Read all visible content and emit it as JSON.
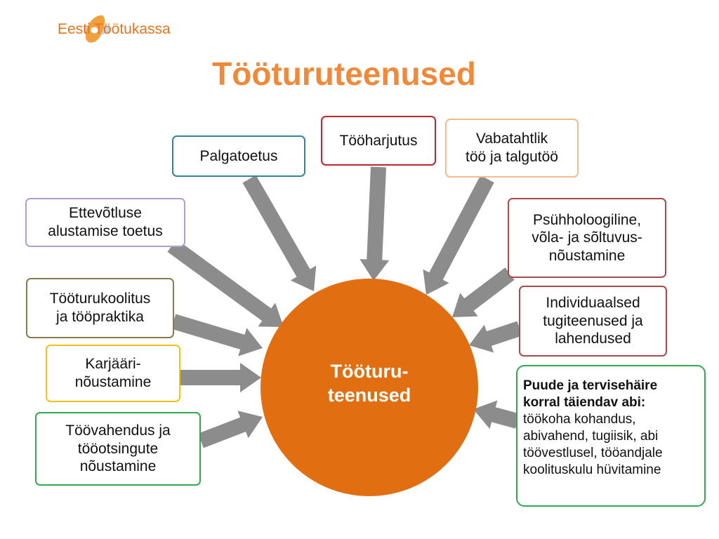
{
  "logo": {
    "name": "Eesti Töötukassa",
    "icon": "logo-icon",
    "colors": [
      "#f0a03c",
      "#c8d4e8"
    ]
  },
  "title": "Tööturuteenused",
  "center": {
    "line1": "Tööturu-",
    "line2": "teenused",
    "color": "#e26e12"
  },
  "services": {
    "palgatoetus": {
      "lines": [
        "Palgatoetus"
      ],
      "color": "#31849b"
    },
    "tooharjutus": {
      "lines": [
        "Tööharjutus"
      ],
      "color": "#c0232d"
    },
    "vabatahtlik": {
      "lines": [
        "Vabatahtlik",
        "töö ja talgutöö"
      ],
      "color": "#f7b98a"
    },
    "ettevotlus": {
      "lines": [
        "Ettevõtluse",
        "alustamise toetus"
      ],
      "color": "#b29fc9"
    },
    "psuhholoogiline": {
      "lines": [
        "Psühholoogiline,",
        "võla- ja sõltuvus-",
        "nõustamine"
      ],
      "color": "#a84a4a"
    },
    "tooturukoolitus": {
      "lines": [
        "Tööturukoolitus",
        "ja tööpraktika"
      ],
      "color": "#8b7a4f"
    },
    "individuaalsed": {
      "lines": [
        "Individuaalsed",
        "tugiteenused ja",
        "lahendused"
      ],
      "color": "#a84a4a"
    },
    "karjaari": {
      "lines": [
        "Karjääri-",
        "nõustamine"
      ],
      "color": "#f2c21a"
    },
    "toovahendus": {
      "lines": [
        "Töövahendus ja",
        "tööotsingute",
        "nõustamine"
      ],
      "color": "#2fa84f"
    },
    "puude": {
      "bold_lines": [
        "Puude ja tervisehäire",
        "korral täiendav abi:"
      ],
      "lines": [
        "töökoha kohandus,",
        "abivahend, tugiisik, abi",
        "töövestlusel, tööandjale",
        "koolituskulu hüvitamine"
      ],
      "color": "#2fa84f"
    }
  },
  "arrow_color": "#8c8c8c"
}
